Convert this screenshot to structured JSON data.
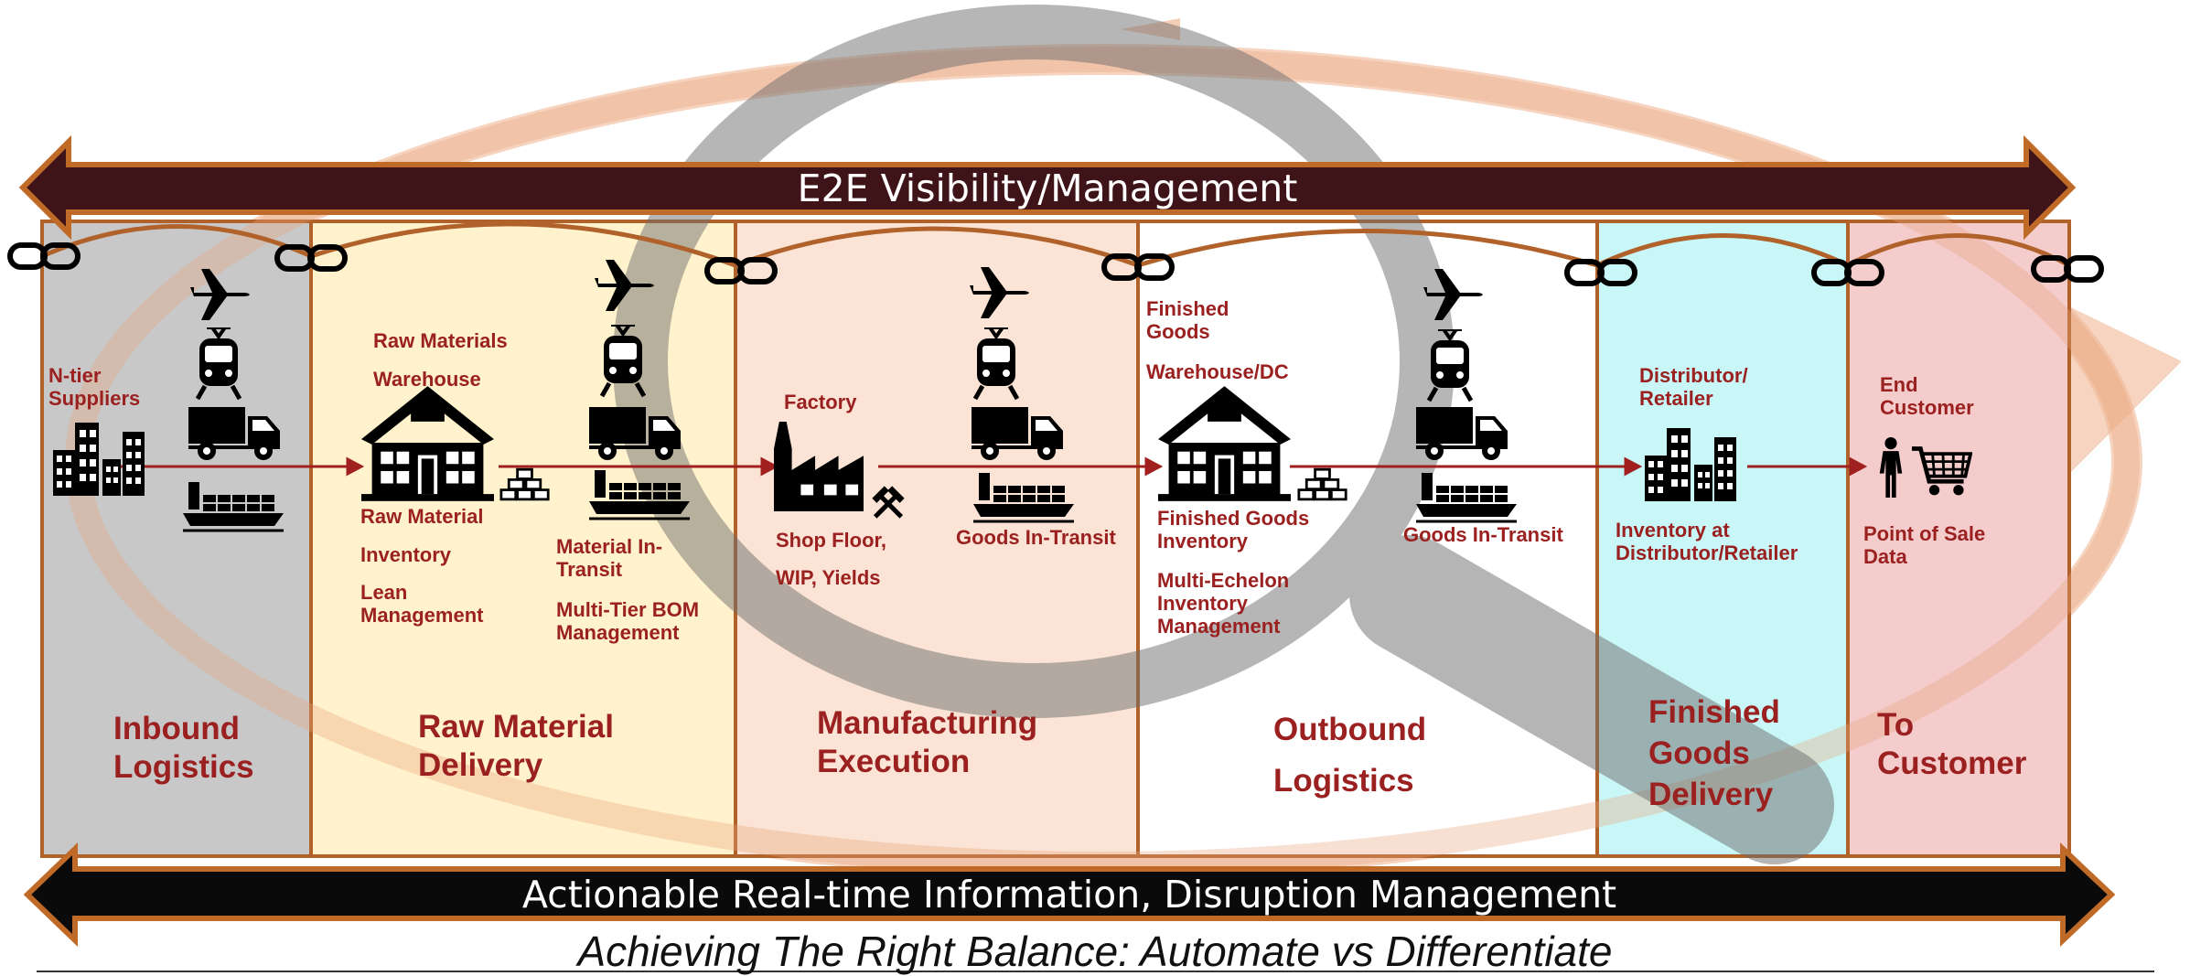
{
  "banners": {
    "top": "E2E Visibility/Management",
    "bottom": "Actionable Real-time Information, Disruption Management"
  },
  "footer": "Achieving The Right Balance: Automate vs Differentiate",
  "segments": [
    {
      "title": "Inbound Logistics",
      "lines": [
        "Inbound",
        "Logistics"
      ],
      "color": "#c8c8c8"
    },
    {
      "title": "Raw Material Delivery",
      "lines": [
        "Raw Material",
        "Delivery"
      ],
      "color": "#fff2cc"
    },
    {
      "title": "Manufacturing Execution",
      "lines": [
        "Manufacturing",
        "Execution"
      ],
      "color": "#fbe4d5"
    },
    {
      "title": "Outbound Logistics",
      "lines": [
        "Outbound",
        "Logistics"
      ],
      "color": "#ffffff"
    },
    {
      "title": "Finished Goods Delivery",
      "lines": [
        "Finished",
        "Goods",
        "Delivery"
      ],
      "color": "#c9f7f7"
    },
    {
      "title": "To Customer",
      "lines": [
        "To",
        "Customer"
      ],
      "color": "#f4cccc"
    }
  ],
  "labels": {
    "n_tier_suppliers": "N-tier\nSuppliers",
    "raw_materials": "Raw Materials",
    "warehouse": "Warehouse",
    "raw_material_inventory": "Raw Material",
    "inventory": "Inventory",
    "lean_management": "Lean\nManagement",
    "material_in_transit": "Material In-\nTransit",
    "multi_tier_bom": "Multi-Tier BOM\nManagement",
    "factory": "Factory",
    "shop_floor": "Shop Floor,",
    "wip_yields": "WIP, Yields",
    "goods_in_transit_1": "Goods In-Transit",
    "finished_goods": "Finished\nGoods",
    "warehouse_dc": "Warehouse/DC",
    "finished_goods_inventory": "Finished Goods\nInventory",
    "multi_echelon": "Multi-Echelon\nInventory\nManagement",
    "goods_in_transit_2": "Goods In-Transit",
    "distributor_retailer": "Distributor/\nRetailer",
    "inventory_at_distributor": "Inventory at\nDistributor/Retailer",
    "end_customer": "End\nCustomer",
    "point_of_sale": "Point of Sale\nData"
  },
  "colors": {
    "label_red": "#9b2020",
    "banner_top": "#3e1418",
    "banner_bottom": "#0a0a0a",
    "banner_edge": "#c06a28",
    "frame": "#b0622a",
    "cycle_arrow": "#f0b896",
    "magnifier": "#8a8a8a",
    "flow_arrow": "#a02020"
  },
  "icons": [
    "chain-link-icon",
    "airplane-icon",
    "train-icon",
    "truck-icon",
    "cargo-ship-icon",
    "city-buildings-icon",
    "warehouse-icon",
    "stacked-bricks-icon",
    "factory-icon",
    "crossed-hammers-icon",
    "person-icon",
    "shopping-cart-icon"
  ]
}
